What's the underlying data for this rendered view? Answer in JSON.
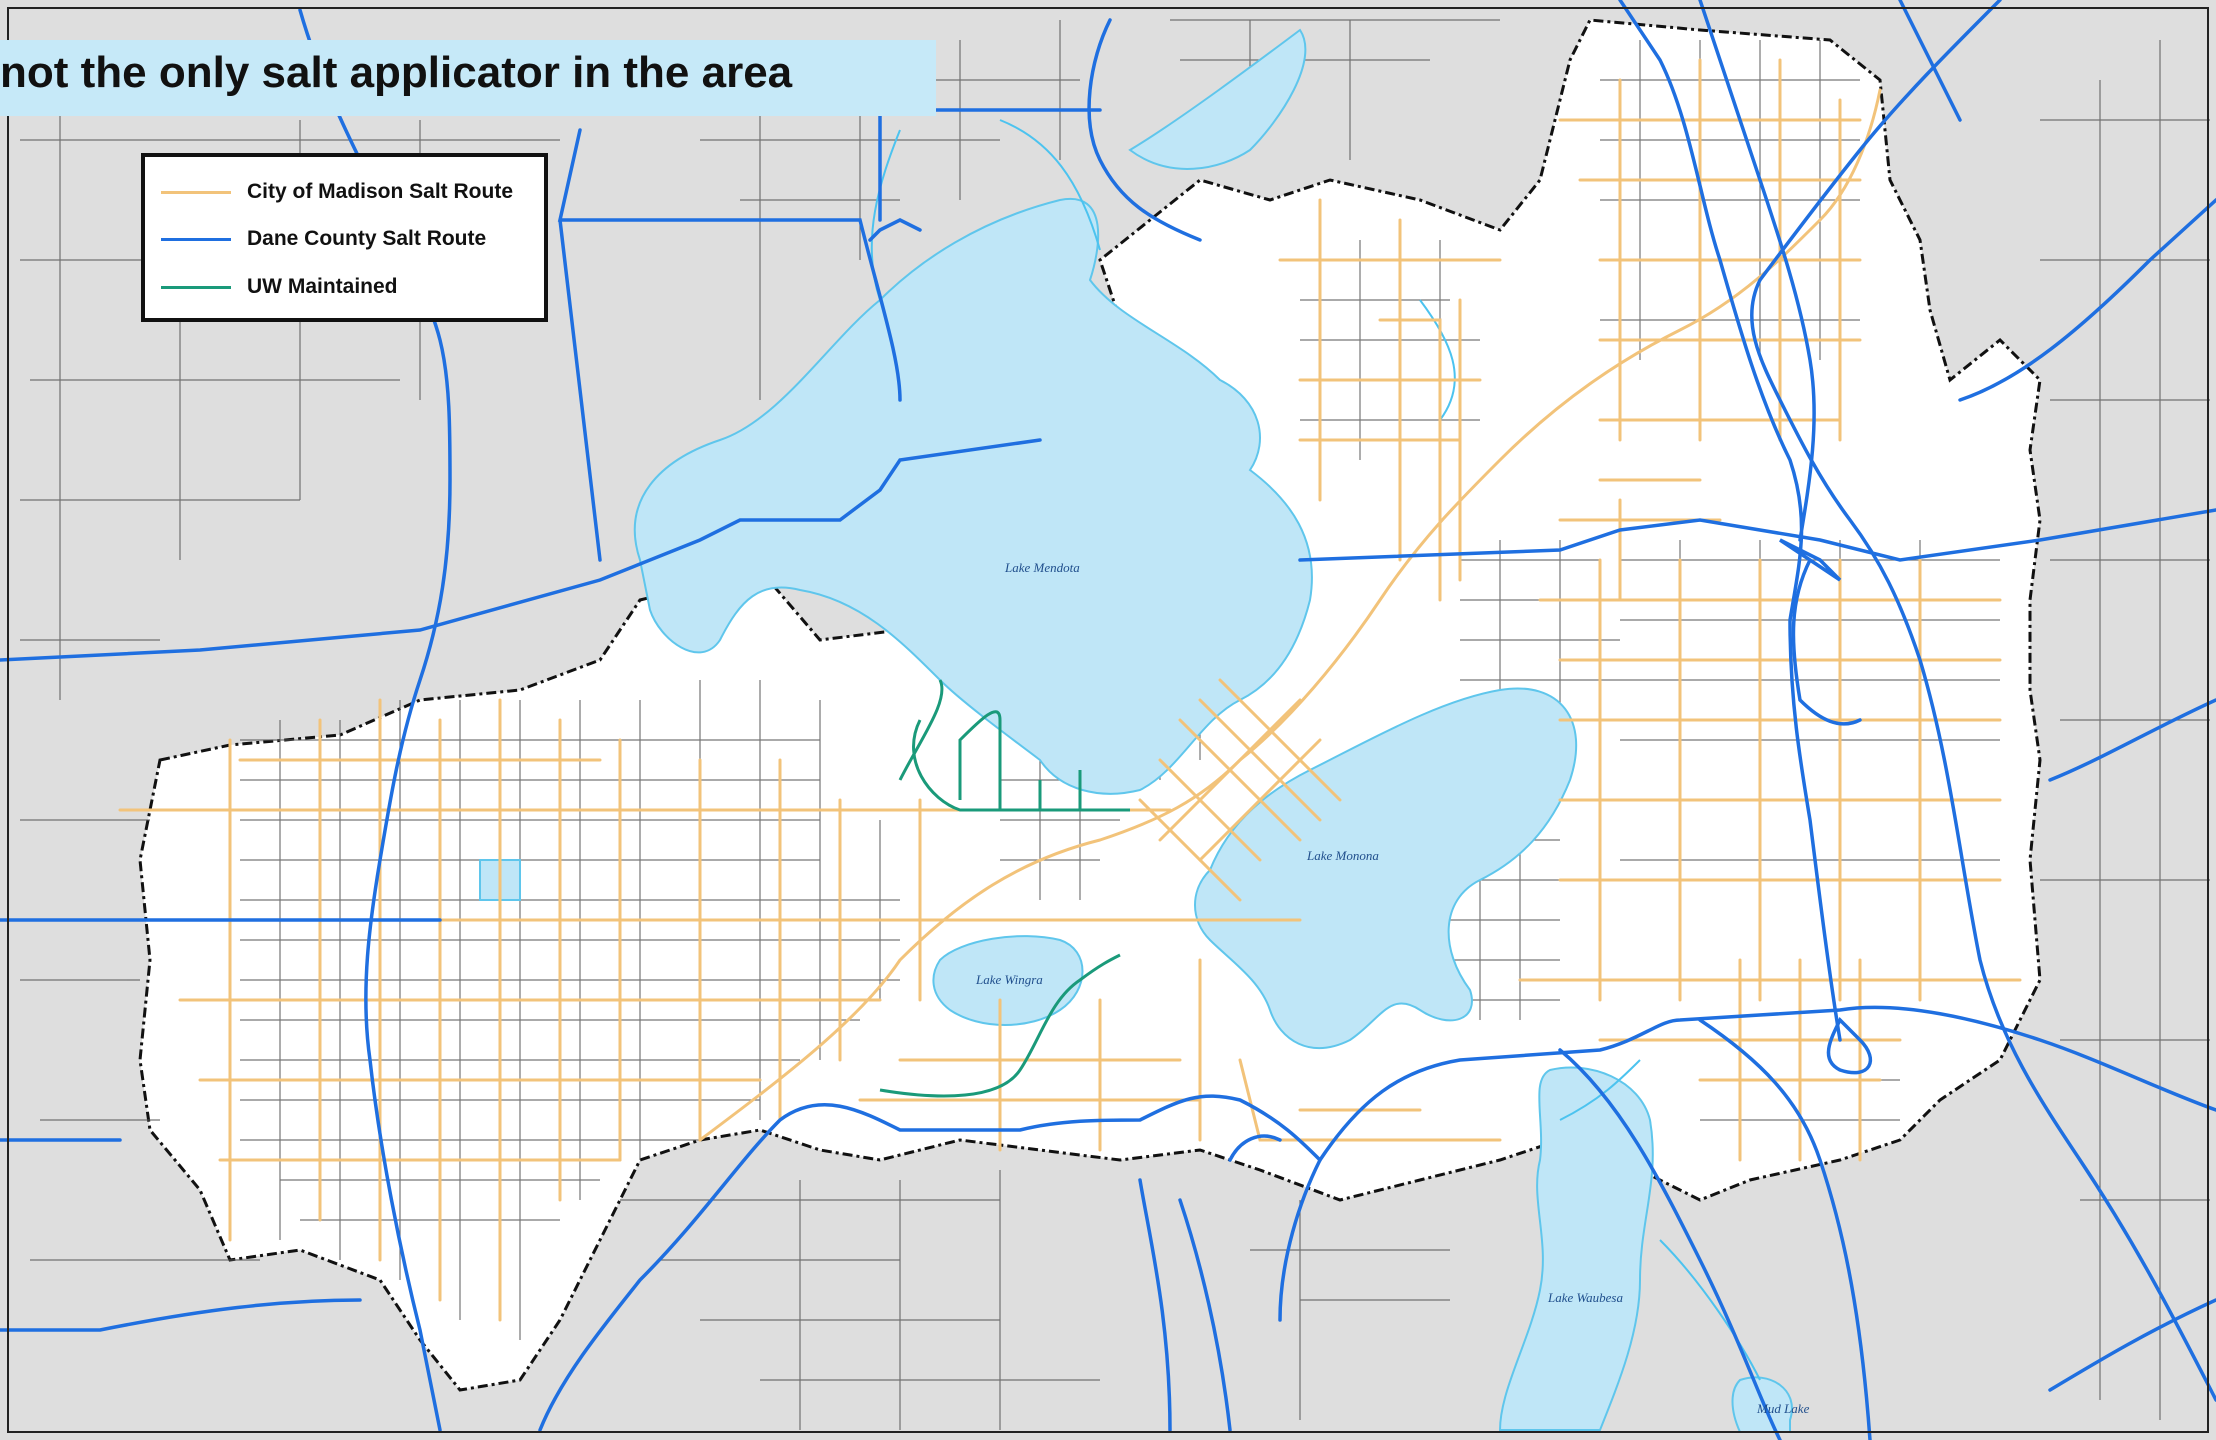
{
  "banner": {
    "text": "not the only salt applicator in the area"
  },
  "legend": {
    "items": [
      {
        "label": "City of Madison Salt Route",
        "color": "#f2c37a"
      },
      {
        "label": "Dane County Salt Route",
        "color": "#1f6fe0"
      },
      {
        "label": "UW Maintained",
        "color": "#1a9a7a"
      }
    ]
  },
  "lakes": {
    "mendota": "Lake Mendota",
    "monona": "Lake Monona",
    "wingra": "Lake Wingra",
    "waubesa": "Lake Waubesa",
    "mud": "Mud Lake"
  },
  "colors": {
    "outside": "#dedede",
    "inside": "#ffffff",
    "water": "#bfe6f7",
    "local_roads": "#555555"
  }
}
